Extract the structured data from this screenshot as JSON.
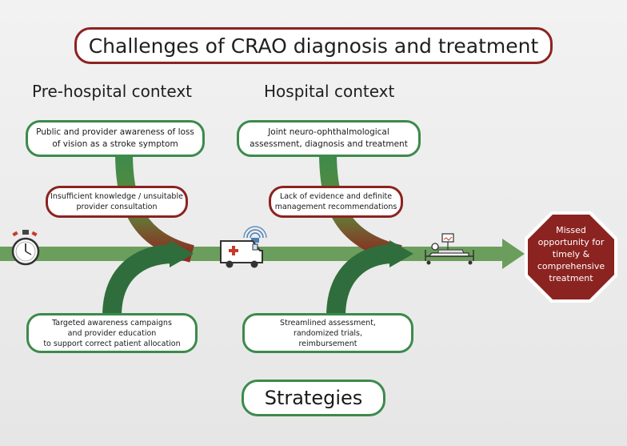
{
  "title": "Challenges of CRAO diagnosis and treatment",
  "contexts": {
    "pre_hospital": "Pre-hospital context",
    "hospital": "Hospital context"
  },
  "pre_hospital": {
    "goal": "Public and provider awareness of loss\nof vision as a stroke symptom",
    "challenge": "Insufficient knowledge / unsuitable\nprovider consultation",
    "strategy": "Targeted awareness campaigns\nand provider education\nto support correct patient allocation"
  },
  "hospital": {
    "goal": "Joint neuro-ophthalmological\nassessment, diagnosis and treatment",
    "challenge": "Lack of evidence and definite\nmanagement recommendations",
    "strategy": "Streamlined assessment,\nrandomized trials,\nreimbursement"
  },
  "outcome": "Missed\nopportunity for\ntimely &\ncomprehensive\ntreatment",
  "strategies_label": "Strategies",
  "icons": [
    "stopwatch-icon",
    "ambulance-icon",
    "hospital-bed-icon"
  ],
  "colors": {
    "green": "#3c8a4c",
    "dark_green": "#2f6e3c",
    "red": "#8b2320",
    "olive": "#8c7a35"
  }
}
